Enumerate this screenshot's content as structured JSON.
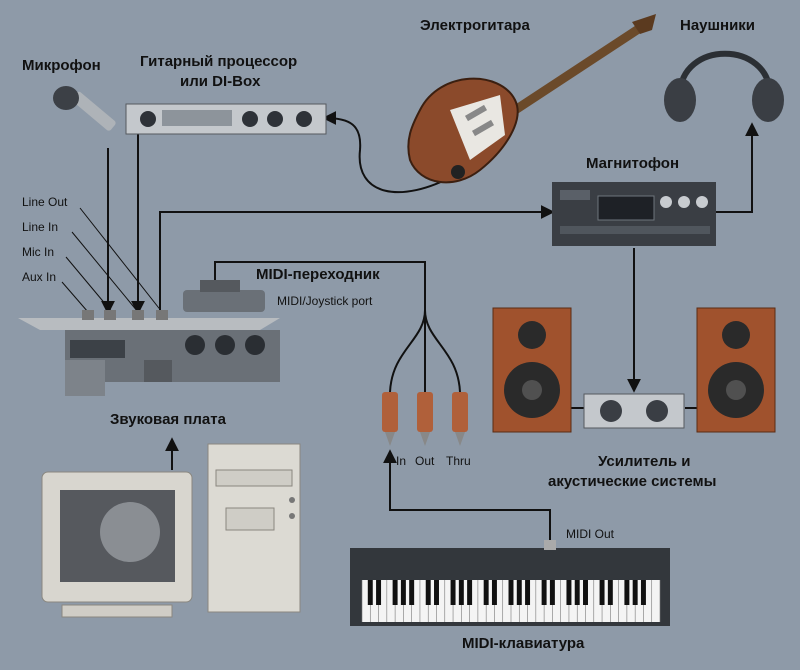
{
  "labels": {
    "microphone": "Микрофон",
    "guitar_processor_line1": "Гитарный процессор",
    "guitar_processor_line2": "или DI-Box",
    "electric_guitar": "Электрогитара",
    "headphones": "Наушники",
    "tape_recorder": "Магнитофон",
    "line_out": "Line Out",
    "line_in": "Line In",
    "mic_in": "Mic In",
    "aux_in": "Aux In",
    "midi_adapter": "MIDI-переходник",
    "midi_joystick_port": "MIDI/Joystick port",
    "sound_card": "Звуковая плата",
    "amp_line1": "Усилитель и",
    "amp_line2": "акустические системы",
    "midi_in": "In",
    "midi_out_port": "Out",
    "midi_thru": "Thru",
    "midi_out": "MIDI Out",
    "midi_keyboard": "MIDI-клавиатура"
  },
  "colors": {
    "background": "#8e9aa8",
    "device_gray": "#b8bcc0",
    "device_dark": "#3a3e44",
    "speaker_wood": "#a0522d",
    "guitar_body": "#8b4a2b",
    "plug_copper": "#b0603a"
  },
  "icons": [
    "microphone-icon",
    "guitar-processor-icon",
    "electric-guitar-icon",
    "headphones-icon",
    "tape-recorder-icon",
    "sound-card-icon",
    "midi-adapter-icon",
    "speaker-icon",
    "amplifier-icon",
    "computer-monitor-icon",
    "computer-tower-icon",
    "midi-keyboard-icon"
  ]
}
